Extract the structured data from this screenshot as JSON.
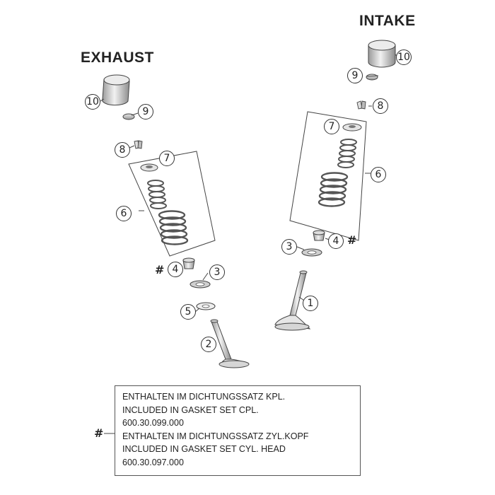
{
  "titles": {
    "intake": "INTAKE",
    "exhaust": "EXHAUST"
  },
  "callouts": {
    "intake": {
      "n10": "10",
      "n9": "9",
      "n8": "8",
      "n7": "7",
      "n6": "6",
      "n3": "3",
      "n4": "4",
      "n1": "1"
    },
    "exhaust": {
      "n10": "10",
      "n9": "9",
      "n8": "8",
      "n7": "7",
      "n6": "6",
      "n4": "4",
      "n3": "3",
      "n5": "5",
      "n2": "2"
    }
  },
  "hash_marks": {
    "intake": "#",
    "exhaust": "#",
    "legend": "#"
  },
  "legend": {
    "lines": [
      "ENTHALTEN IM DICHTUNGSSATZ KPL.",
      "INCLUDED IN GASKET SET CPL.",
      "600.30.099.000",
      "ENTHALTEN IM DICHTUNGSSATZ ZYL.KOPF",
      "INCLUDED IN GASKET SET CYL. HEAD",
      "600.30.097.000"
    ]
  }
}
